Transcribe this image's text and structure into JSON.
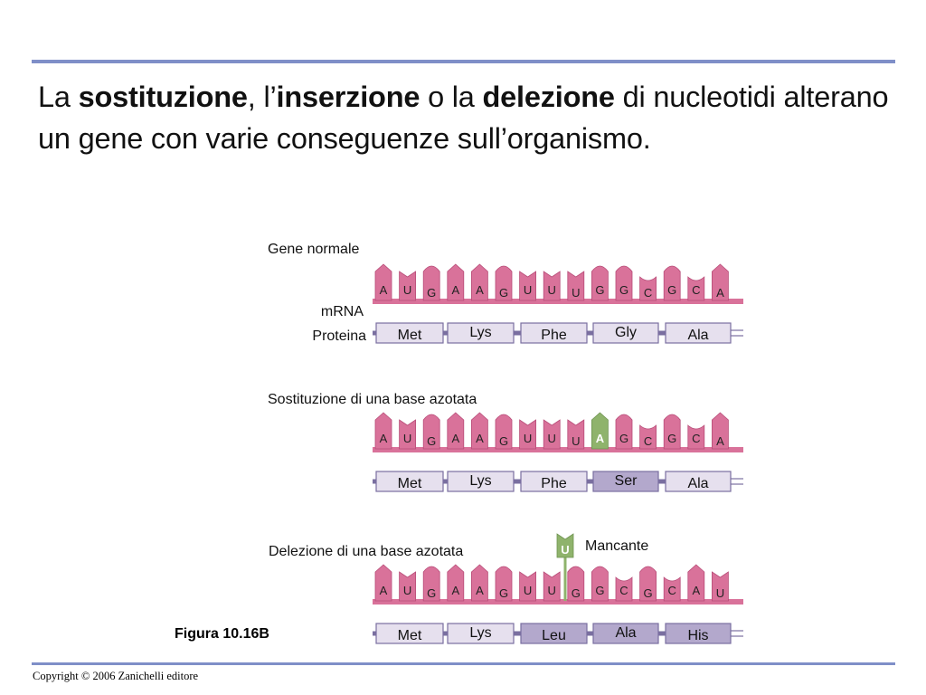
{
  "slide": {
    "title_parts": [
      {
        "text": "La ",
        "bold": false
      },
      {
        "text": "sostituzione",
        "bold": true
      },
      {
        "text": ", l’",
        "bold": false
      },
      {
        "text": "inserzione",
        "bold": true
      },
      {
        "text": " o la ",
        "bold": false
      },
      {
        "text": "delezione",
        "bold": true
      },
      {
        "text": " di nucleotidi alterano un gene con varie conseguenze sull’organismo.",
        "bold": false
      }
    ],
    "figure_label": "Figura 10.16B",
    "copyright": "Copyright © 2006 Zanichelli editore"
  },
  "colors": {
    "mrna": "#d9729a",
    "mrna_edge": "#b84c78",
    "substituted": "#8fb36c",
    "protein_normal": "#e6e0ee",
    "protein_changed": "#b3a8cc",
    "protein_edge": "#7a6fa0",
    "rule": "#7f8fc8"
  },
  "labels": {
    "mrna": "mRNA",
    "protein": "Proteina",
    "missing": "Mancante"
  },
  "missing_base": "U",
  "panels": [
    {
      "heading": "Gene normale",
      "bases": [
        "A",
        "U",
        "G",
        "A",
        "A",
        "G",
        "U",
        "U",
        "U",
        "G",
        "G",
        "C",
        "G",
        "C",
        "A"
      ],
      "highlight": -1,
      "amino_acids": [
        {
          "name": "Met",
          "changed": false
        },
        {
          "name": "Lys",
          "changed": false
        },
        {
          "name": "Phe",
          "changed": false
        },
        {
          "name": "Gly",
          "changed": false
        },
        {
          "name": "Ala",
          "changed": false
        }
      ]
    },
    {
      "heading": "Sostituzione di una base azotata",
      "bases": [
        "A",
        "U",
        "G",
        "A",
        "A",
        "G",
        "U",
        "U",
        "U",
        "A",
        "G",
        "C",
        "G",
        "C",
        "A"
      ],
      "highlight": 9,
      "amino_acids": [
        {
          "name": "Met",
          "changed": false
        },
        {
          "name": "Lys",
          "changed": false
        },
        {
          "name": "Phe",
          "changed": false
        },
        {
          "name": "Ser",
          "changed": true
        },
        {
          "name": "Ala",
          "changed": false
        }
      ]
    },
    {
      "heading": "Delezione di una base azotata",
      "bases": [
        "A",
        "U",
        "G",
        "A",
        "A",
        "G",
        "U",
        "U",
        "G",
        "G",
        "C",
        "G",
        "C",
        "A",
        "U"
      ],
      "highlight": -1,
      "amino_acids": [
        {
          "name": "Met",
          "changed": false
        },
        {
          "name": "Lys",
          "changed": false
        },
        {
          "name": "Leu",
          "changed": true
        },
        {
          "name": "Ala",
          "changed": true
        },
        {
          "name": "His",
          "changed": true
        }
      ]
    }
  ]
}
